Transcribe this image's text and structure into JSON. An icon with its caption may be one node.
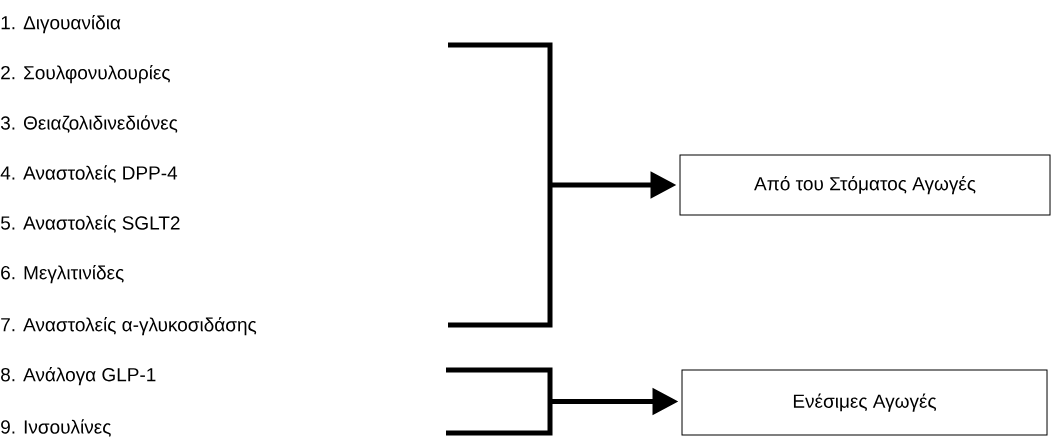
{
  "diagram": {
    "nodes": [
      {
        "text": [],
        "shape": "bracket"
      },
      {
        "text": [],
        "shape": "bracket"
      },
      {
        "text": [
          "Από του Στόματος Αγωγές"
        ]
      },
      {
        "text": [
          "Ενέσιμες Αγωγές"
        ]
      }
    ],
    "edges": [
      {
        "from": 0,
        "to": 2,
        "arrow": "to"
      },
      {
        "from": 1,
        "to": 3,
        "arrow": "to"
      }
    ],
    "labels": [
      "1. Διγουανίδια",
      "2. Σουλφονυλουρίες",
      "3. Θειαζολιδινεδιόνες",
      "4. Αναστολείς DPP-4",
      "5. Αναστολείς SGLT2",
      "6. Μεγλιτινίδες",
      "7. Αναστολείς α-γλυκοσιδάσης",
      "8. Ανάλογα GLP-1",
      "9. Ινσουλίνες"
    ]
  }
}
